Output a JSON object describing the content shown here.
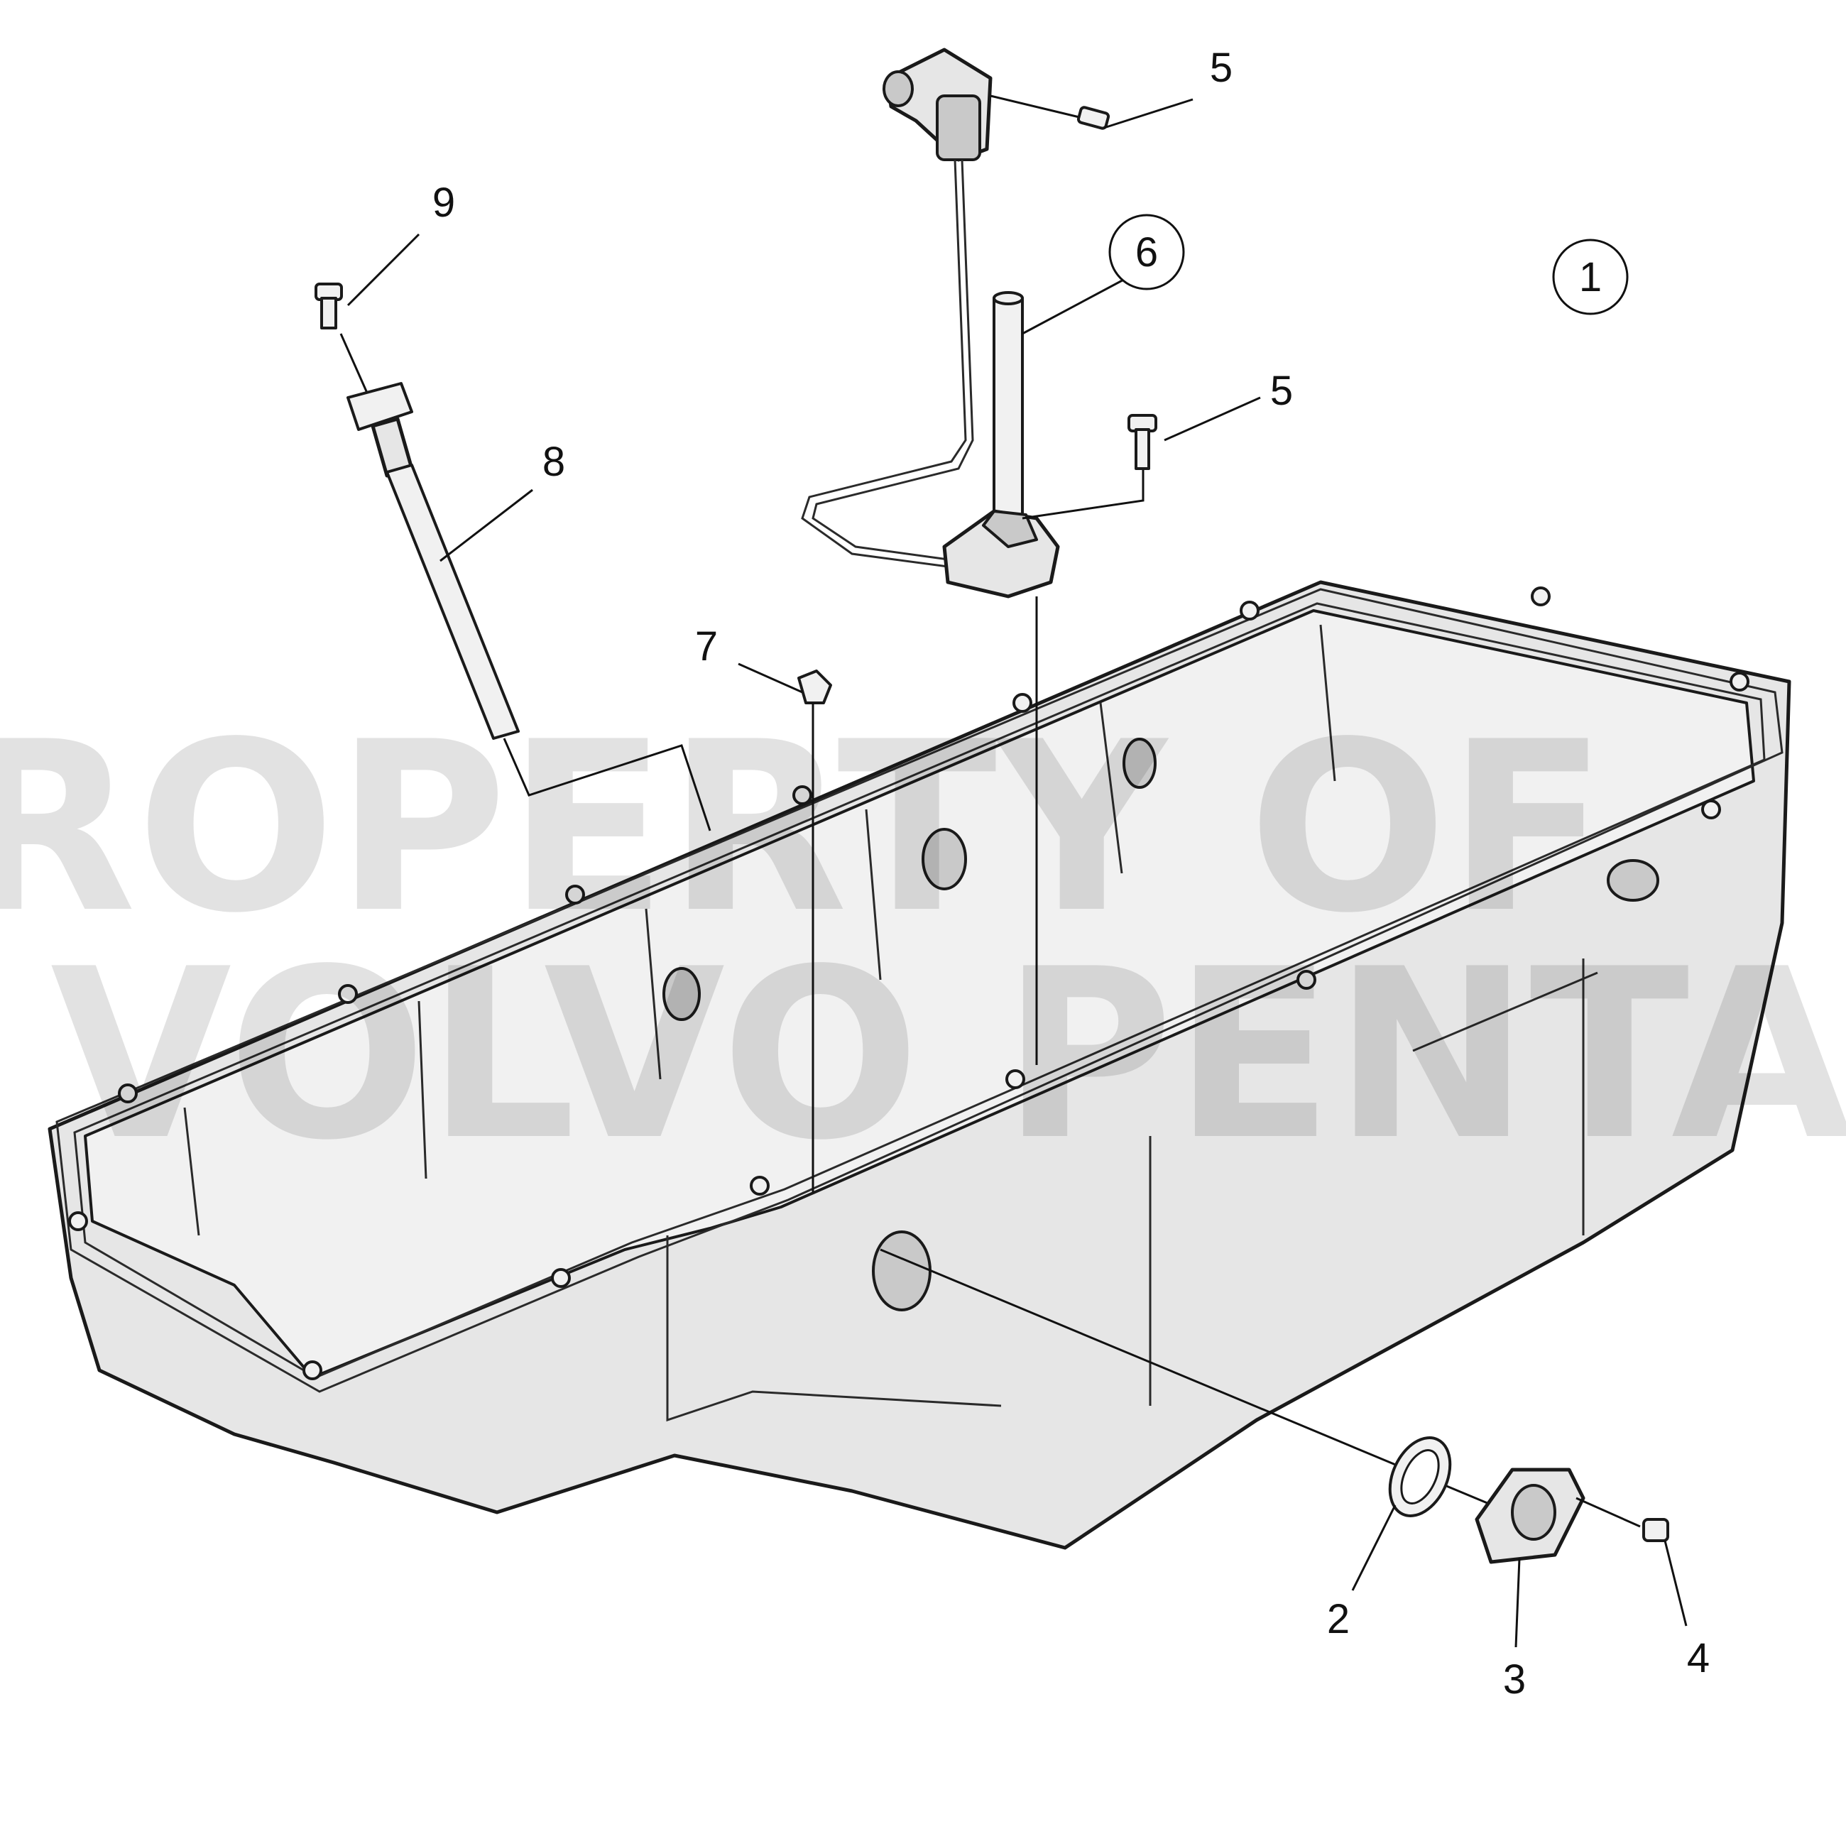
{
  "watermark": {
    "line1": "PROPERTY OF",
    "line2": "VOLVO PENTA"
  },
  "callouts": {
    "c1": "1",
    "c2": "2",
    "c3": "3",
    "c4": "4",
    "c5a": "5",
    "c5b": "5",
    "c6": "6",
    "c7": "7",
    "c8": "8",
    "c9": "9"
  }
}
